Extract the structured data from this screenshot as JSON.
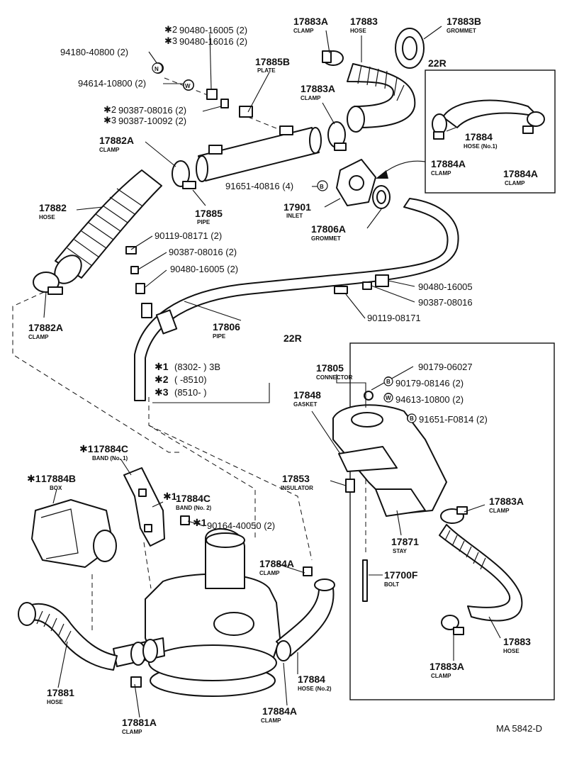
{
  "labels": {
    "l_90480_16005_2": "90480-16005 (2)",
    "l_90480_16016_2": "90480-16016 (2)",
    "star2a": "✱2",
    "star3a": "✱3",
    "l_94180": "94180-40800 (2)",
    "l_94614": "94614-10800 (2)",
    "l_17885b": "17885B",
    "l_17885b_sub": "PLATE",
    "star2b": "✱2",
    "star3b": "✱3",
    "l_90387_08016_2a": "90387-08016 (2)",
    "l_90387_10092": "90387-10092 (2)",
    "l_17882a_top": "17882A",
    "l_17882a_top_sub": "CLAMP",
    "l_17882": "17882",
    "l_17882_sub": "HOSE",
    "l_17882a_bot": "17882A",
    "l_17882a_bot_sub": "CLAMP",
    "l_17885": "17885",
    "l_17885_sub": "PIPE",
    "l_90119_2": "90119-08171 (2)",
    "l_90387_08016_2b": "90387-08016 (2)",
    "l_90480_16005_2b": "90480-16005 (2)",
    "l_17883a_top": "17883A",
    "l_17883a_top_sub": "CLAMP",
    "l_17883": "17883",
    "l_17883_sub": "HOSE",
    "l_17883b": "17883B",
    "l_17883b_sub": "GROMMET",
    "l_17883a_mid": "17883A",
    "l_17883a_mid_sub": "CLAMP",
    "l_22r_top": "22R",
    "l_17884_top": "17884",
    "l_17884_top_sub": "HOSE (No.1)",
    "l_17884a_tl": "17884A",
    "l_17884a_tl_sub": "CLAMP",
    "l_17884a_tr": "17884A",
    "l_17884a_tr_sub": "CLAMP",
    "l_91651_40816": "91651-40816 (4)",
    "l_17901": "17901",
    "l_17901_sub": "INLET",
    "l_17806a": "17806A",
    "l_17806a_sub": "GROMMET",
    "l_90480_16005": "90480-16005",
    "l_90387_08016": "90387-08016",
    "l_90119_08171": "90119-08171",
    "l_17806": "17806",
    "l_17806_sub": "PIPE",
    "l_22r_mid": "22R",
    "l_17805": "17805",
    "l_17805_sub": "CONNECTOR",
    "l_90179_06027": "90179-06027",
    "l_90179_08146": "90179-08146 (2)",
    "l_94613": "94613-10800 (2)",
    "l_91651_f0814": "91651-F0814 (2)",
    "l_17848": "17848",
    "l_17848_sub": "GASKET",
    "l_17853": "17853",
    "l_17853_sub": "INSULATOR",
    "l_17871": "17871",
    "l_17871_sub": "STAY",
    "l_17883a_r": "17883A",
    "l_17883a_r_sub": "CLAMP",
    "l_17700f": "17700F",
    "l_17700f_sub": "BOLT",
    "l_17883_r": "17883",
    "l_17883_r_sub": "HOSE",
    "l_17883a_br": "17883A",
    "l_17883a_br_sub": "CLAMP",
    "note_s1": "✱1",
    "note_1": "(8302-          ) 3B",
    "note_s2": "✱2",
    "note_2": "(          -8510)",
    "note_s3": "✱3",
    "note_3": "(8510-          )",
    "l_17884c_1": "17884C",
    "l_17884c_1_star": "✱1",
    "l_17884c_1_sub": "BAND (No. 1)",
    "l_17884b": "17884B",
    "l_17884b_star": "✱1",
    "l_17884b_sub": "BOX",
    "l_17884c_2": "17884C",
    "l_17884c_2_star": "✱1",
    "l_17884c_2_sub": "BAND (No. 2)",
    "l_90164": "90164-40050 (2)",
    "l_90164_star": "✱1",
    "l_17884a_mid": "17884A",
    "l_17884a_mid_sub": "CLAMP",
    "l_17884_bot": "17884",
    "l_17884_bot_sub": "HOSE (No.2)",
    "l_17881": "17881",
    "l_17881_sub": "HOSE",
    "l_17881a": "17881A",
    "l_17881a_sub": "CLAMP",
    "l_17884a_bot": "17884A",
    "l_17884a_bot_sub": "CLAMP",
    "ref": "MA 5842-D"
  },
  "icons": {
    "circled_n": "N",
    "circled_w": "W",
    "circled_b": "B"
  }
}
